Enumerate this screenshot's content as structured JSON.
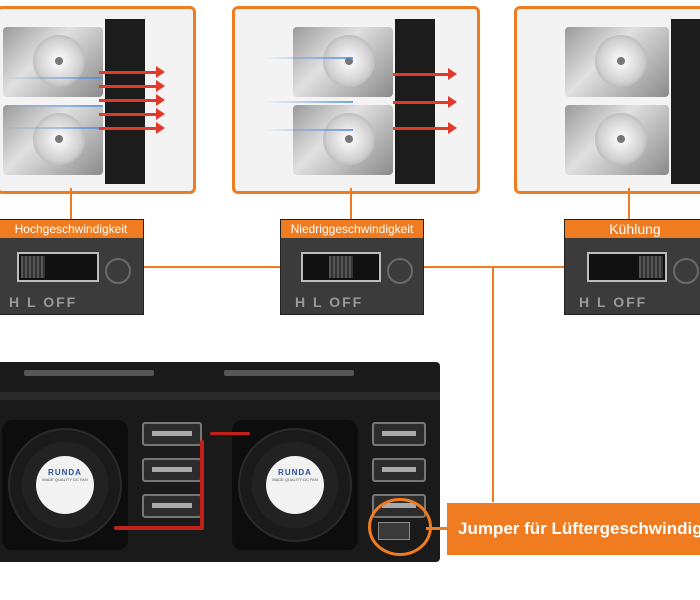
{
  "switches": [
    {
      "label": "Hochgeschwindigkeit",
      "positions": "H  L  OFF",
      "setting": "H"
    },
    {
      "label": "Niedriggeschwindigkeit",
      "positions": "H  L  OFF",
      "setting": "L"
    },
    {
      "label": "Kühlung",
      "positions": "H  L  OFF",
      "setting": "OFF"
    }
  ],
  "fan_badge": {
    "brand": "RUNDA",
    "text": "MADE QUALITY DC FAN"
  },
  "callout": "Jumper für Lüftergeschwindigkeit",
  "colors": {
    "accent": "#f07c22",
    "airflow_hot": "#e03a2a",
    "airflow_cold": "#508cdc"
  }
}
